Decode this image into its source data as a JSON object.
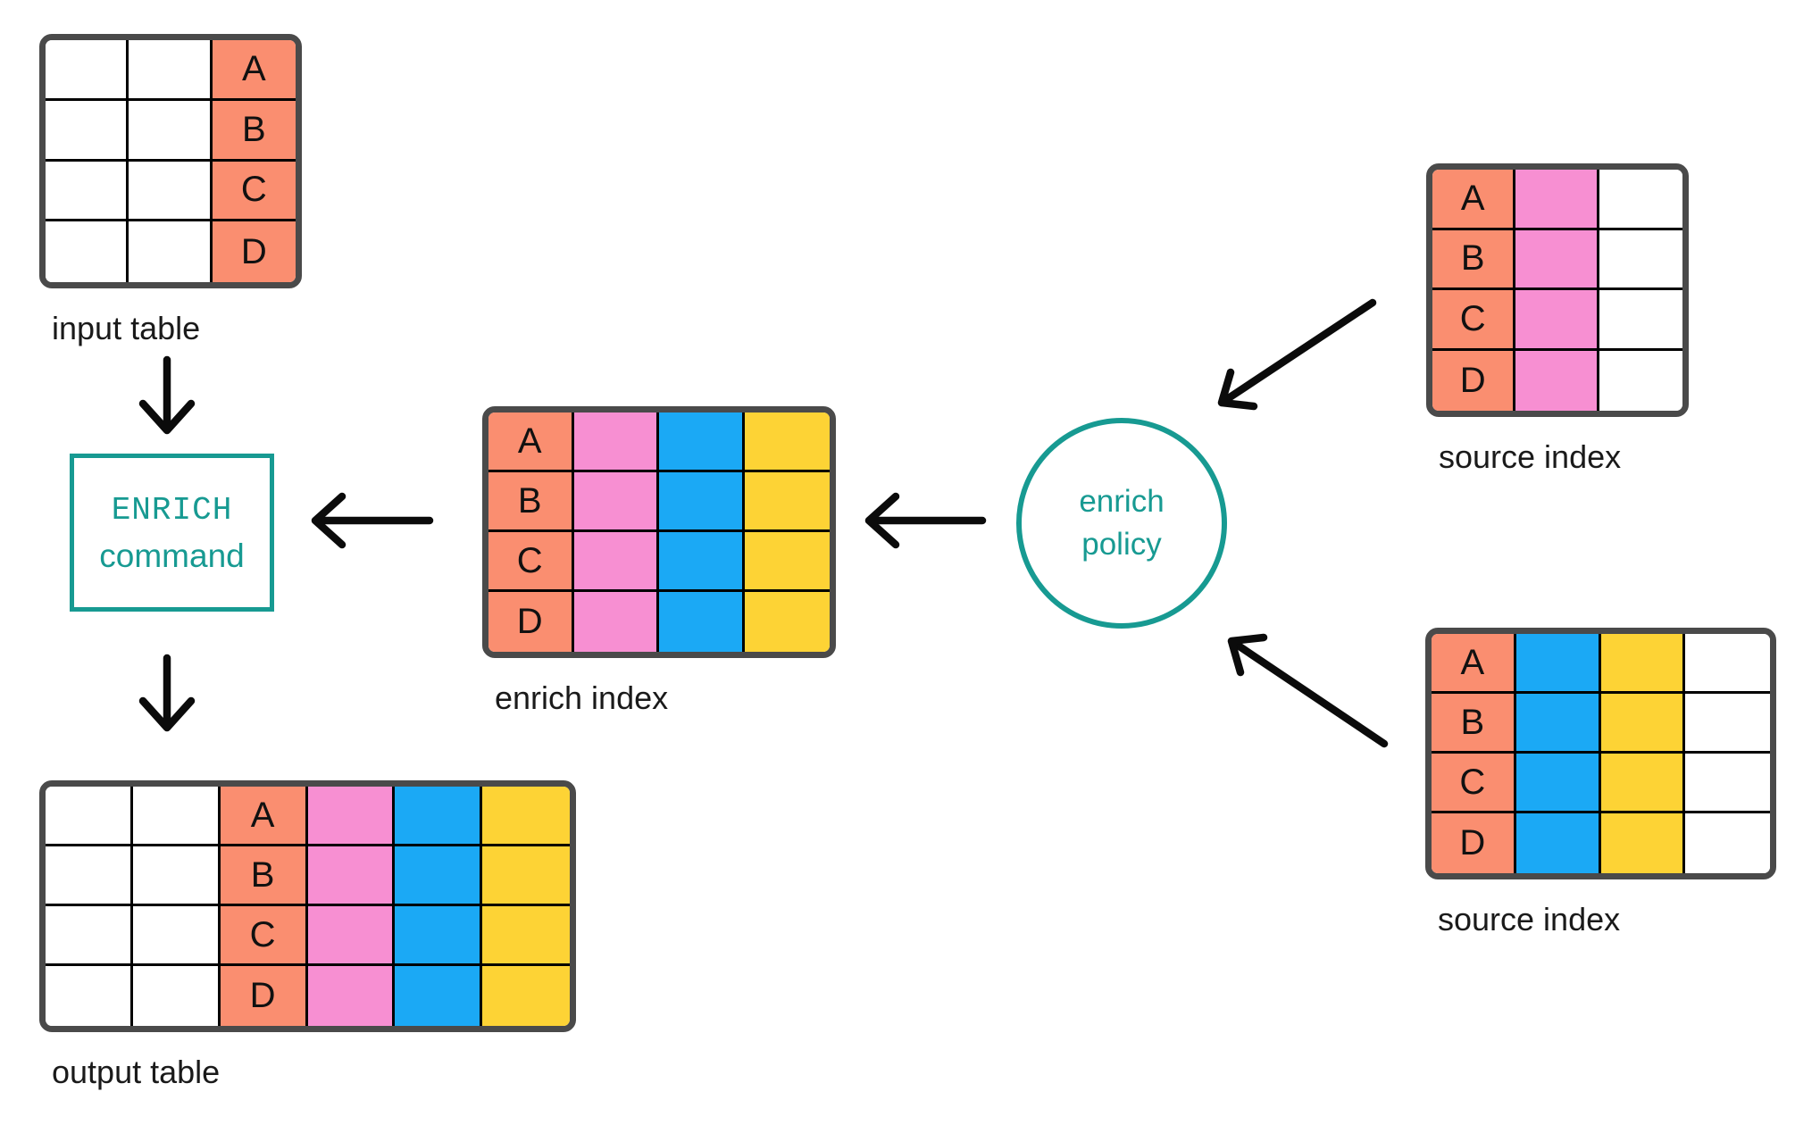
{
  "diagram": {
    "title_hint": "ENRICH data flow diagram",
    "labels": {
      "input_table": "input table",
      "enrich_index": "enrich index",
      "source_index_top": "source index",
      "source_index_bottom": "source index",
      "output_table": "output table"
    },
    "enrich_command": {
      "line1": "ENRICH",
      "line2": "command"
    },
    "enrich_policy": {
      "line1": "enrich",
      "line2": "policy"
    },
    "row_labels": [
      "A",
      "B",
      "C",
      "D"
    ],
    "colors": {
      "salmon": "#FA8E70",
      "pink": "#F78FD2",
      "blue": "#1BA9F5",
      "yellow": "#FDD335",
      "white": "#FFFFFF",
      "teal": "#179A92",
      "table_border": "#4A4A4A",
      "grid_line": "#000000",
      "arrow": "#0B0B0B"
    },
    "tables": [
      {
        "id": "input-table",
        "label": "input table",
        "columns": [
          "white",
          "white",
          "salmon"
        ],
        "key_col": 2,
        "rows": 4
      },
      {
        "id": "enrich-index",
        "label": "enrich index",
        "columns": [
          "salmon",
          "pink",
          "blue",
          "yellow"
        ],
        "key_col": 0,
        "rows": 4
      },
      {
        "id": "source-index-top",
        "label": "source index",
        "columns": [
          "salmon",
          "pink",
          "white"
        ],
        "key_col": 0,
        "rows": 4
      },
      {
        "id": "source-index-bottom",
        "label": "source index",
        "columns": [
          "salmon",
          "blue",
          "yellow",
          "white"
        ],
        "key_col": 0,
        "rows": 4
      },
      {
        "id": "output-table",
        "label": "output table",
        "columns": [
          "white",
          "white",
          "salmon",
          "pink",
          "blue",
          "yellow"
        ],
        "key_col": 2,
        "rows": 4
      }
    ],
    "arrows": [
      {
        "id": "arrow-input-to-command",
        "from": "input table",
        "to": "ENRICH command"
      },
      {
        "id": "arrow-command-to-output",
        "from": "ENRICH command",
        "to": "output table"
      },
      {
        "id": "arrow-index-to-command",
        "from": "enrich index",
        "to": "ENRICH command"
      },
      {
        "id": "arrow-policy-to-index",
        "from": "enrich policy",
        "to": "enrich index"
      },
      {
        "id": "arrow-source-top-to-policy",
        "from": "source index (top)",
        "to": "enrich policy"
      },
      {
        "id": "arrow-source-bottom-to-policy",
        "from": "source index (bottom)",
        "to": "enrich policy"
      }
    ]
  }
}
